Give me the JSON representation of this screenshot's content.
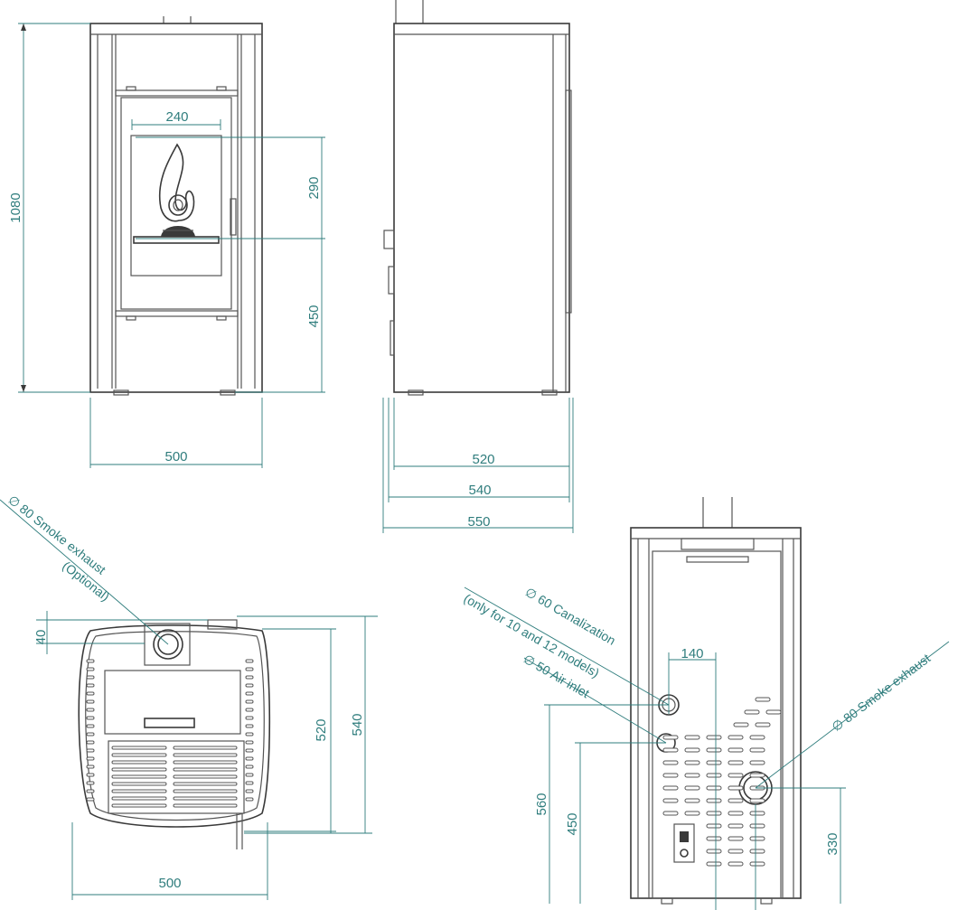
{
  "colors": {
    "dimension": "#2f7d7d",
    "outline": "#555555"
  },
  "front_view": {
    "height_total": "1080",
    "glass_width": "240",
    "glass_height": "290",
    "base_to_glass": "450",
    "width": "500"
  },
  "side_view": {
    "depth_body": "520",
    "depth_with_handles": "540",
    "depth_overall": "550"
  },
  "top_view": {
    "smoke_note_line1": "∅ 80 Smoke exhaust",
    "smoke_note_line2": "(Optional)",
    "flue_offset": "40",
    "depth_inner": "520",
    "depth_outer": "540",
    "width": "500"
  },
  "rear_view": {
    "canalization_line1": "∅ 60 Canalization",
    "canalization_line2": "(only for 10 and 12 models)",
    "air_inlet": "∅ 50 Air inlet",
    "smoke_exhaust": "∅ 80 Smoke exhaust",
    "canalization_offset": "140",
    "canalization_height": "560",
    "air_inlet_height": "450",
    "smoke_exhaust_height": "330"
  }
}
